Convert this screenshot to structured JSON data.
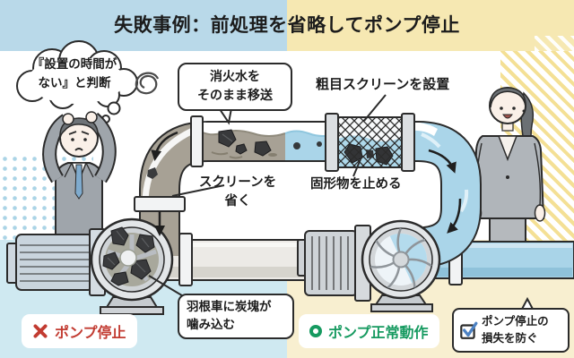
{
  "title": "失敗事例：前処理を省略してポンプ停止",
  "left_scene": {
    "name": "failure-case",
    "thought_bubble_lines": [
      "『設置の時間が",
      "ない』と判断"
    ],
    "fire_water_label_lines": [
      "消火水を",
      "そのまま移送"
    ],
    "omit_screen_label_lines": [
      "スクリーンを",
      "省く"
    ],
    "impeller_label_lines": [
      "羽根車に炭塊が",
      "噛み込む"
    ],
    "result_label": "ポンプ停止",
    "result_icon": "x-mark-icon",
    "result_color": "#c23b31"
  },
  "right_scene": {
    "name": "success-case",
    "coarse_screen_label": "粗目スクリーンを設置",
    "solids_label": "固形物を止める",
    "result_label": "ポンプ正常動作",
    "result_icon": "circle-mark-icon",
    "result_color": "#169a60",
    "benefit_label_lines": [
      "ポンプ停止の",
      "損失を防ぐ"
    ],
    "benefit_icon": "checkbox-checked-icon"
  },
  "colors": {
    "bg_top_left": "#b9d9e9",
    "bg_top_right": "#f6e8b2",
    "bg_bottom_left": "#cfe9f1",
    "bg_bottom_right": "#f8efd0",
    "dirty_water": "#a7a195",
    "clean_water": "#aad5e9",
    "chunk_dark": "#3a3b3d",
    "fail_red": "#c23b31",
    "ok_green": "#169a60",
    "check_blue": "#4d82c4",
    "outline": "#2b2b2b"
  }
}
